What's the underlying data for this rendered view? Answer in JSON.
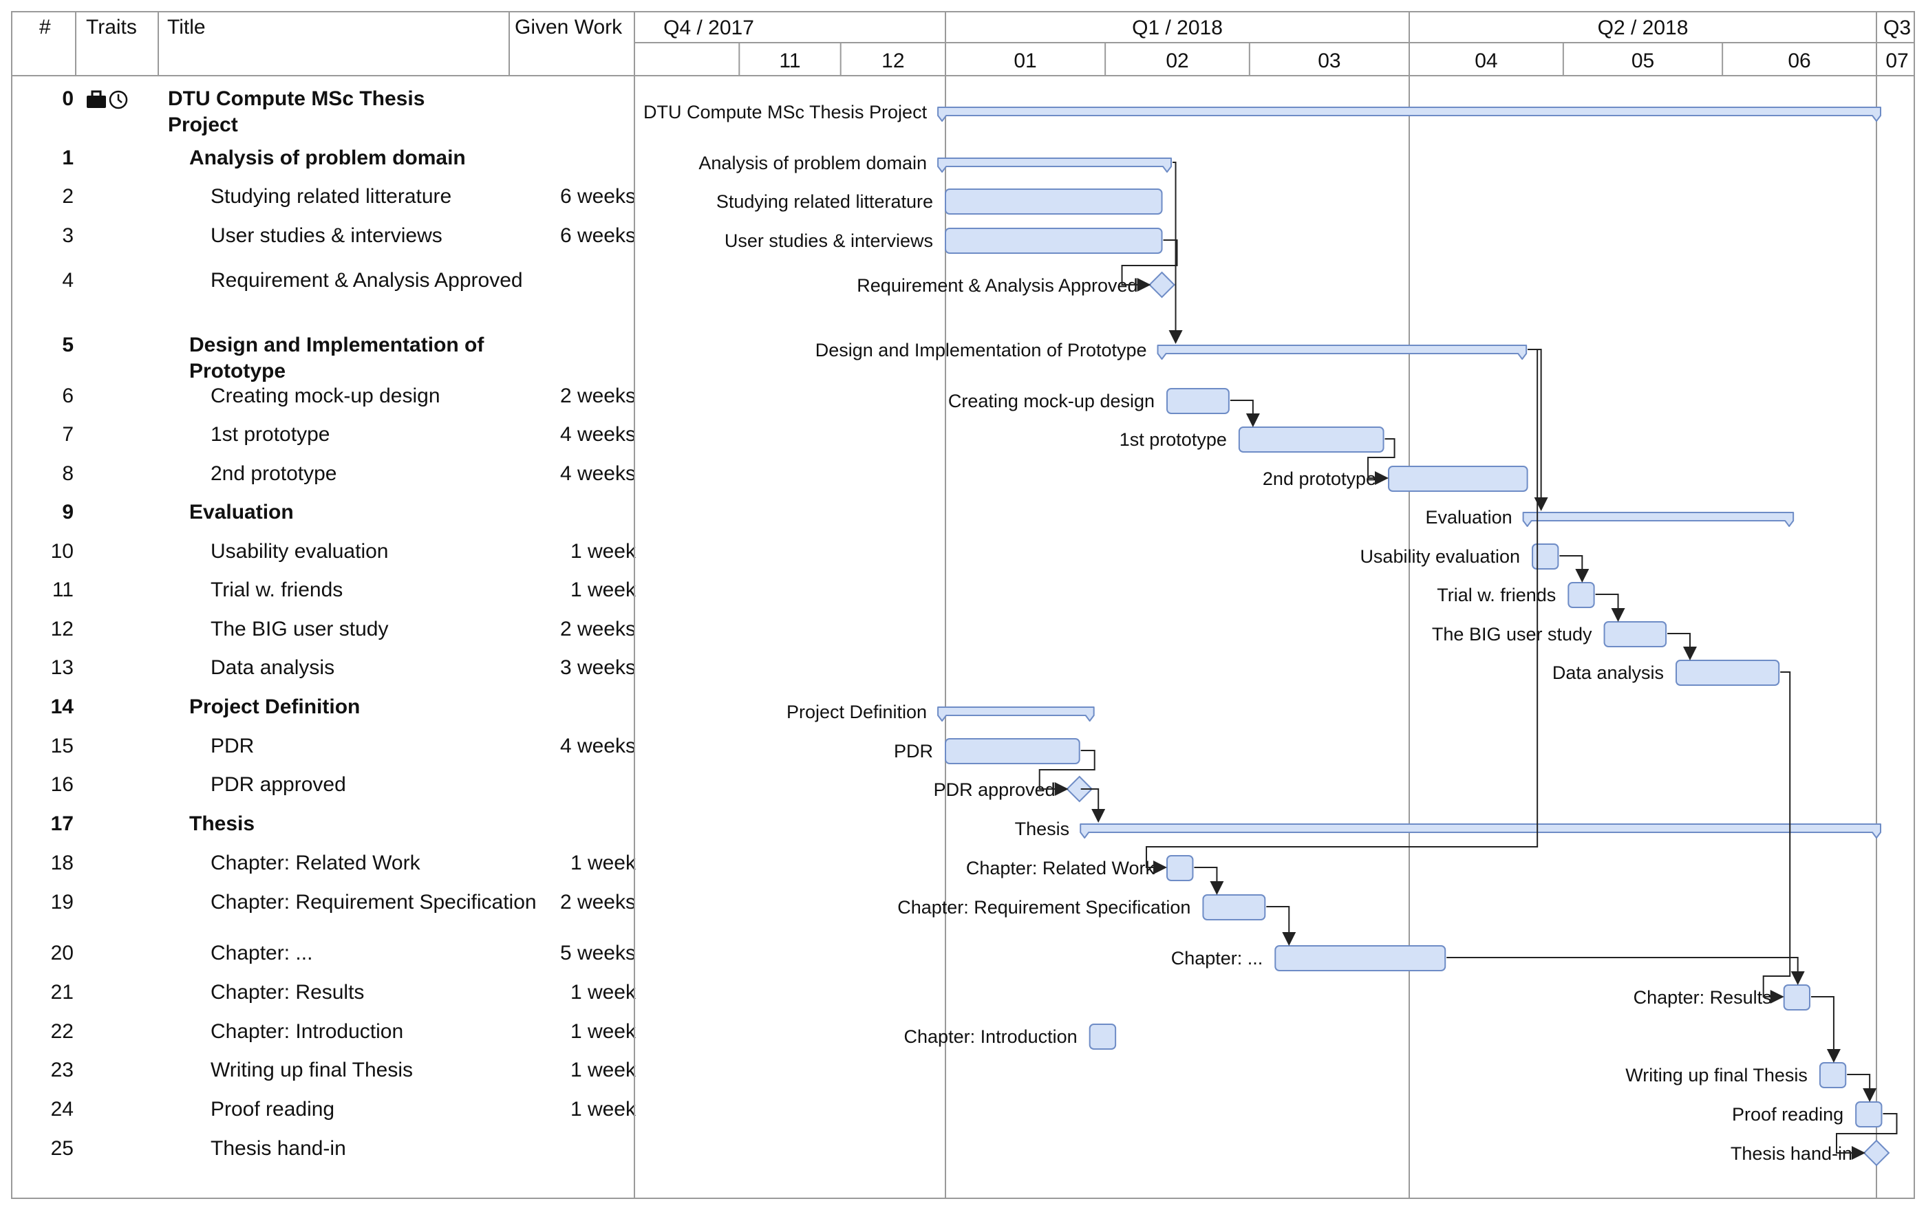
{
  "columns": {
    "num": "#",
    "traits": "Traits",
    "title": "Title",
    "work": "Given Work"
  },
  "chart_data": {
    "type": "gantt",
    "start": "2017-10-01",
    "end": "2018-07-03",
    "quarters": [
      {
        "label": "Q4 / 2017",
        "start": "2017-10-01",
        "end": "2018-01-01"
      },
      {
        "label": "Q1 / 2018",
        "start": "2018-01-01",
        "end": "2018-04-01"
      },
      {
        "label": "Q2 / 2018",
        "start": "2018-04-01",
        "end": "2018-07-01"
      },
      {
        "label": "Q3",
        "start": "2018-07-01",
        "end": "2018-07-03"
      }
    ],
    "months": [
      {
        "label": "11",
        "start": "2017-11-01",
        "end": "2017-12-01"
      },
      {
        "label": "12",
        "start": "2017-12-01",
        "end": "2018-01-01"
      },
      {
        "label": "01",
        "start": "2018-01-01",
        "end": "2018-02-01"
      },
      {
        "label": "02",
        "start": "2018-02-01",
        "end": "2018-03-01"
      },
      {
        "label": "03",
        "start": "2018-03-01",
        "end": "2018-04-01"
      },
      {
        "label": "04",
        "start": "2018-04-01",
        "end": "2018-05-01"
      },
      {
        "label": "05",
        "start": "2018-05-01",
        "end": "2018-06-01"
      },
      {
        "label": "06",
        "start": "2018-06-01",
        "end": "2018-07-01"
      },
      {
        "label": "07",
        "start": "2018-07-01",
        "end": "2018-07-03"
      }
    ],
    "colors": {
      "fill": "#d4e1f7",
      "stroke": "#6e8cc6",
      "grid": "#9a9a9a",
      "arrow": "#222222"
    },
    "tasks": [
      {
        "id": "0",
        "title": "DTU Compute MSc Thesis Project",
        "type": "group",
        "bold": true,
        "start": "2017-12-31",
        "end": "2018-07-01",
        "traits": true
      },
      {
        "id": "1",
        "title": "Analysis of problem domain",
        "type": "group",
        "bold": true,
        "start": "2017-12-31",
        "end": "2018-02-13",
        "level": 1
      },
      {
        "id": "2",
        "title": "Studying related litterature",
        "work": "6 weeks",
        "type": "task",
        "start": "2018-01-01",
        "end": "2018-02-12",
        "level": 2
      },
      {
        "id": "3",
        "title": "User studies & interviews",
        "work": "6 weeks",
        "type": "task",
        "start": "2018-01-01",
        "end": "2018-02-12",
        "level": 2
      },
      {
        "id": "4",
        "title": "Requirement & Analysis Approved",
        "type": "milestone",
        "start": "2018-02-12",
        "end": "2018-02-12",
        "level": 2
      },
      {
        "id": "5",
        "title": "Design and Implementation of Prototype",
        "type": "group",
        "bold": true,
        "start": "2018-02-12",
        "end": "2018-04-23",
        "level": 1
      },
      {
        "id": "6",
        "title": "Creating mock-up design",
        "work": "2 weeks",
        "type": "task",
        "start": "2018-02-13",
        "end": "2018-02-25",
        "level": 2
      },
      {
        "id": "7",
        "title": "1st prototype",
        "work": "4 weeks",
        "type": "task",
        "start": "2018-02-27",
        "end": "2018-03-27",
        "level": 2
      },
      {
        "id": "8",
        "title": "2nd prototype",
        "work": "4 weeks",
        "type": "task",
        "start": "2018-03-28",
        "end": "2018-04-24",
        "level": 2
      },
      {
        "id": "9",
        "title": "Evaluation",
        "type": "group",
        "bold": true,
        "start": "2018-04-24",
        "end": "2018-06-14",
        "level": 1
      },
      {
        "id": "10",
        "title": "Usability evaluation",
        "work": "1 week",
        "type": "task",
        "start": "2018-04-25",
        "end": "2018-04-30",
        "level": 2
      },
      {
        "id": "11",
        "title": "Trial w. friends",
        "work": "1 week",
        "type": "task",
        "start": "2018-05-02",
        "end": "2018-05-07",
        "level": 2
      },
      {
        "id": "12",
        "title": "The BIG user study",
        "work": "2 weeks",
        "type": "task",
        "start": "2018-05-09",
        "end": "2018-05-21",
        "level": 2
      },
      {
        "id": "13",
        "title": "Data analysis",
        "work": "3 weeks",
        "type": "task",
        "start": "2018-05-23",
        "end": "2018-06-12",
        "level": 2
      },
      {
        "id": "14",
        "title": "Project Definition",
        "type": "group",
        "bold": true,
        "start": "2017-12-31",
        "end": "2018-01-29",
        "level": 1
      },
      {
        "id": "15",
        "title": "PDR",
        "work": "4 weeks",
        "type": "task",
        "start": "2018-01-01",
        "end": "2018-01-27",
        "level": 2
      },
      {
        "id": "16",
        "title": "PDR approved",
        "type": "milestone",
        "start": "2018-01-27",
        "end": "2018-01-27",
        "level": 2
      },
      {
        "id": "17",
        "title": "Thesis",
        "type": "group",
        "bold": true,
        "start": "2018-01-28",
        "end": "2018-07-01",
        "level": 1
      },
      {
        "id": "18",
        "title": "Chapter: Related Work",
        "work": "1 week",
        "type": "task",
        "start": "2018-02-13",
        "end": "2018-02-18",
        "level": 2
      },
      {
        "id": "19",
        "title": "Chapter: Requirement Specification",
        "work": "2 weeks",
        "type": "task",
        "start": "2018-02-20",
        "end": "2018-03-04",
        "level": 2
      },
      {
        "id": "20",
        "title": "Chapter: ...",
        "work": "5 weeks",
        "type": "task",
        "start": "2018-03-06",
        "end": "2018-04-08",
        "level": 2
      },
      {
        "id": "21",
        "title": "Chapter: Results",
        "work": "1 week",
        "type": "task",
        "start": "2018-06-13",
        "end": "2018-06-18",
        "level": 2
      },
      {
        "id": "22",
        "title": "Chapter: Introduction",
        "work": "1 week",
        "type": "task",
        "start": "2018-01-29",
        "end": "2018-02-03",
        "level": 2
      },
      {
        "id": "23",
        "title": "Writing up final Thesis",
        "work": "1 week",
        "type": "task",
        "start": "2018-06-20",
        "end": "2018-06-25",
        "level": 2
      },
      {
        "id": "24",
        "title": "Proof reading",
        "work": "1 week",
        "type": "task",
        "start": "2018-06-27",
        "end": "2018-07-02",
        "level": 2
      },
      {
        "id": "25",
        "title": "Thesis hand-in",
        "type": "milestone",
        "start": "2018-07-01",
        "end": "2018-07-01",
        "level": 2
      }
    ],
    "dependencies": [
      [
        "3",
        "4"
      ],
      [
        "15",
        "16"
      ],
      [
        "16",
        "17"
      ],
      [
        "1",
        "5"
      ],
      [
        "5",
        "9"
      ],
      [
        "6",
        "7"
      ],
      [
        "7",
        "8"
      ],
      [
        "10",
        "11"
      ],
      [
        "11",
        "12"
      ],
      [
        "12",
        "13"
      ],
      [
        "13",
        "21"
      ],
      [
        "5",
        "18"
      ],
      [
        "18",
        "19"
      ],
      [
        "19",
        "20"
      ],
      [
        "20",
        "21"
      ],
      [
        "21",
        "23"
      ],
      [
        "23",
        "24"
      ],
      [
        "24",
        "25"
      ]
    ]
  }
}
